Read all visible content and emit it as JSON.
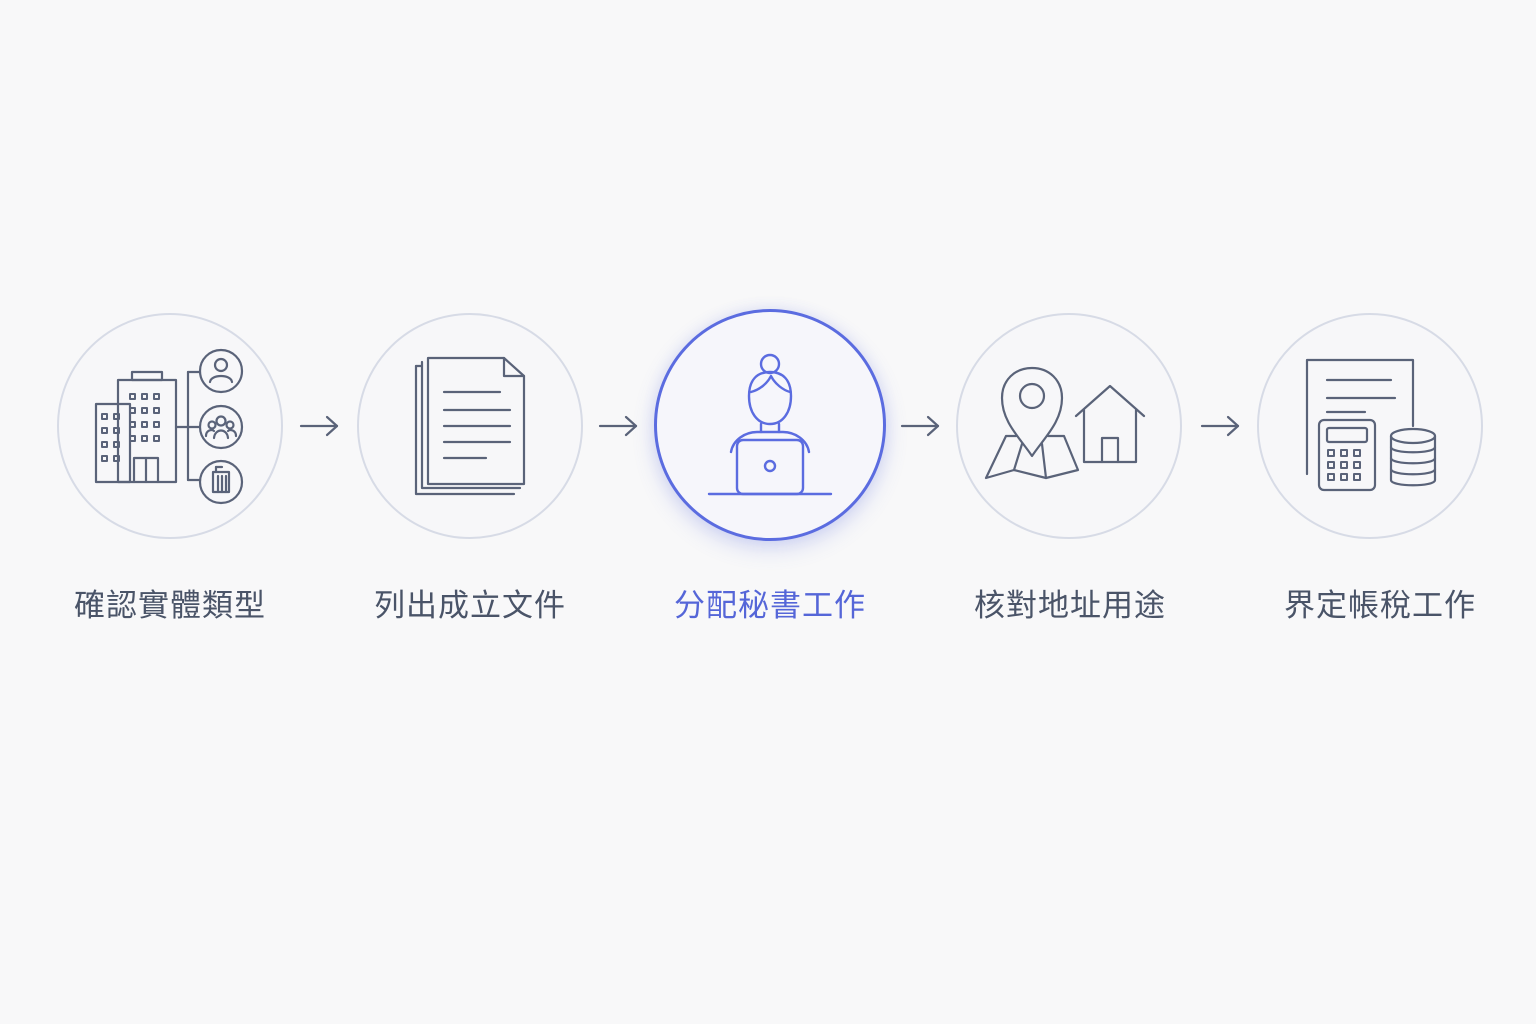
{
  "colors": {
    "background": "#f8f8f9",
    "circle_border": "#d7dbe6",
    "icon_stroke": "#5a6379",
    "label_text": "#4a5468",
    "active_accent": "#5b6ce0"
  },
  "steps": [
    {
      "label": "確認實體類型",
      "icon": "entity-type-icon",
      "active": false
    },
    {
      "label": "列出成立文件",
      "icon": "documents-icon",
      "active": false
    },
    {
      "label": "分配秘書工作",
      "icon": "secretary-laptop-icon",
      "active": true
    },
    {
      "label": "核對地址用途",
      "icon": "location-house-icon",
      "active": false
    },
    {
      "label": "界定帳稅工作",
      "icon": "accounting-tax-icon",
      "active": false
    }
  ],
  "connectors": [
    "arrow-right-icon",
    "arrow-right-icon",
    "arrow-right-icon",
    "arrow-right-icon"
  ]
}
